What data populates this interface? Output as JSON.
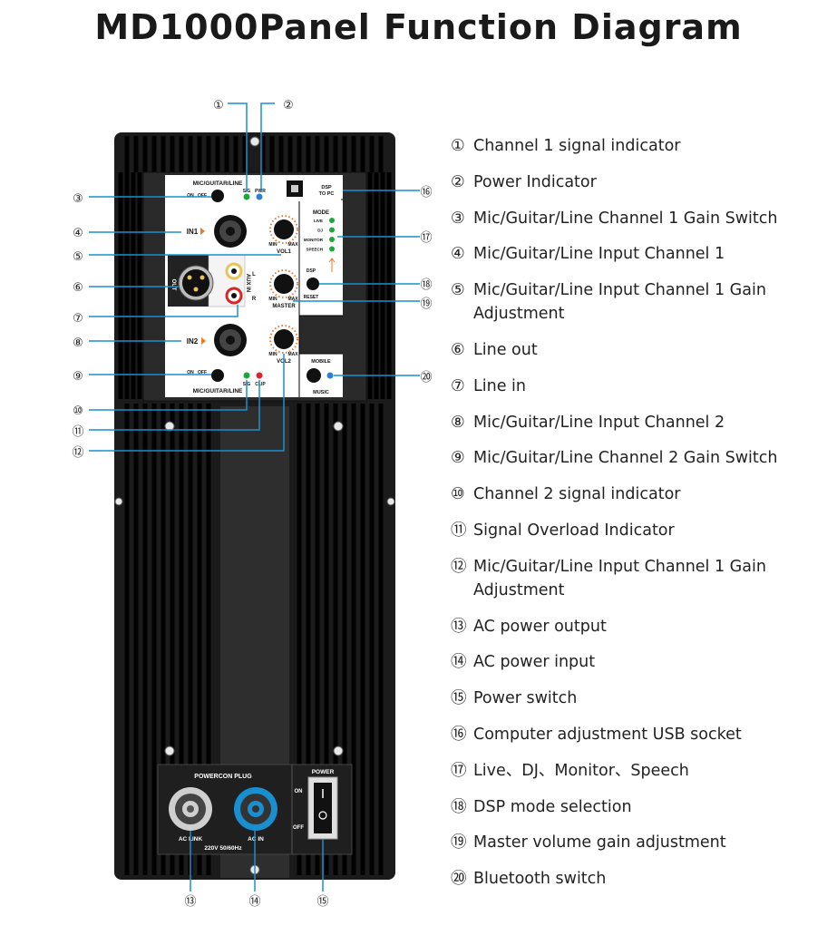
{
  "title": "MD1000Panel Function Diagram",
  "legend": [
    {
      "num": "①",
      "text": "Channel 1 signal indicator"
    },
    {
      "num": "②",
      "text": "Power Indicator"
    },
    {
      "num": "③",
      "text": "Mic/Guitar/Line Channel 1 Gain Switch"
    },
    {
      "num": "④",
      "text": "Mic/Guitar/Line Input Channel 1"
    },
    {
      "num": "⑤",
      "text": "Mic/Guitar/Line Input Channel 1 Gain Adjustment"
    },
    {
      "num": "⑥",
      "text": "Line out"
    },
    {
      "num": "⑦",
      "text": "Line in"
    },
    {
      "num": "⑧",
      "text": "Mic/Guitar/Line Input Channel 2"
    },
    {
      "num": "⑨",
      "text": "Mic/Guitar/Line Channel 2 Gain Switch"
    },
    {
      "num": "⑩",
      "text": "Channel 2 signal indicator"
    },
    {
      "num": "⑪",
      "text": "Signal Overload Indicator"
    },
    {
      "num": "⑫",
      "text": "Mic/Guitar/Line Input Channel 1 Gain Adjustment"
    },
    {
      "num": "⑬",
      "text": "AC power output"
    },
    {
      "num": "⑭",
      "text": "AC power input"
    },
    {
      "num": "⑮",
      "text": "Power switch"
    },
    {
      "num": "⑯",
      "text": "Computer adjustment USB socket"
    },
    {
      "num": "⑰",
      "text": "Live、DJ、Monitor、Speech"
    },
    {
      "num": "⑱",
      "text": "DSP mode selection"
    },
    {
      "num": "⑲",
      "text": "Master volume gain adjustment"
    },
    {
      "num": "⑳",
      "text": "Bluetooth switch"
    }
  ],
  "panel": {
    "ch1_label": "MIC/GUITAR/LINE",
    "ch2_label": "MIC/GUITAR/LINE",
    "sw_on": "ON",
    "sw_off": "OFF",
    "sig": "SIG",
    "pwr": "PWR",
    "clip": "CLIP",
    "in1": "IN1",
    "in2": "IN2",
    "vol1": "VOL1",
    "vol2": "VOL2",
    "master": "MASTER",
    "min": "MIN",
    "max": "MAX",
    "out": "OUT",
    "aux_in": "AUX IN",
    "l": "L",
    "r": "R",
    "usb_label1": "DSP",
    "usb_label2": "TO PC",
    "mode": "MODE",
    "modes": [
      "LIVE",
      "DJ",
      "MONITOR",
      "SPEECH"
    ],
    "dsp": "DSP",
    "reset": "RESET",
    "mobile": "MOBILE",
    "music": "MUSIC",
    "powercon": "POWERCON  PLUG",
    "ac_link": "AC LINK",
    "ac_in": "AC IN",
    "voltage": "220V  50/60Hz",
    "power": "POWER",
    "on": "ON",
    "off": "OFF"
  },
  "colors": {
    "sig_led": "#1fa83a",
    "pwr_led": "#2a7fd8",
    "clip_led": "#d8262b",
    "mode_led": "#1fa83a",
    "bt_led": "#2a7fd8",
    "ac_in": "#1a8fd0"
  }
}
